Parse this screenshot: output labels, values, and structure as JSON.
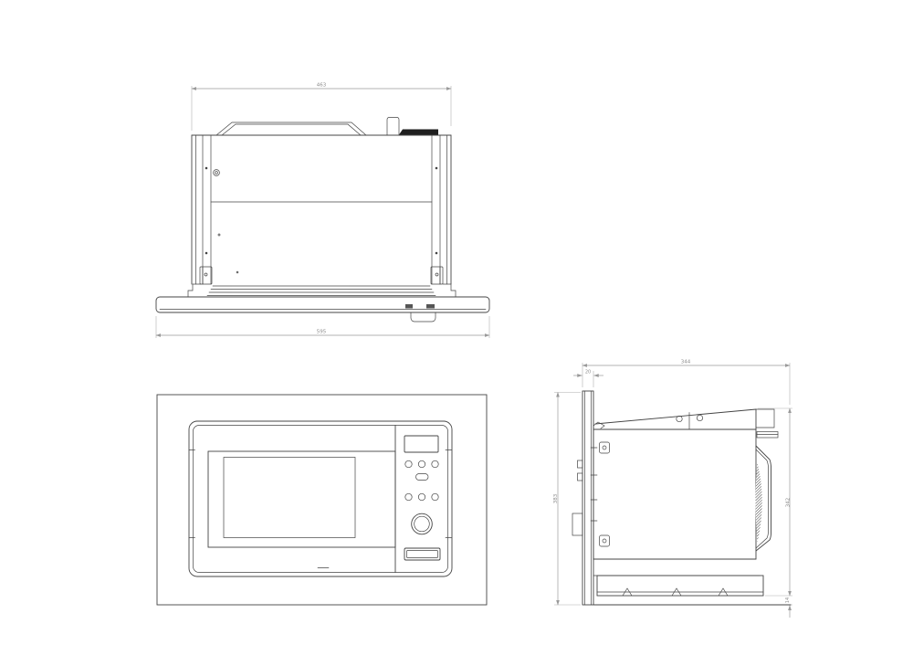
{
  "colors": {
    "line": "#444444",
    "dim_line": "#9a9a9a",
    "dim_text": "#8c8c8c",
    "vent_hatch": "#1f1f1f"
  },
  "top_view": {
    "dim_body_width": "463",
    "dim_frame_width": "595"
  },
  "side_view": {
    "dim_depth": "344",
    "dim_frame_thickness": "20",
    "dim_overall_height": "383",
    "dim_body_height": "342",
    "dim_bottom_clearance": "14"
  }
}
